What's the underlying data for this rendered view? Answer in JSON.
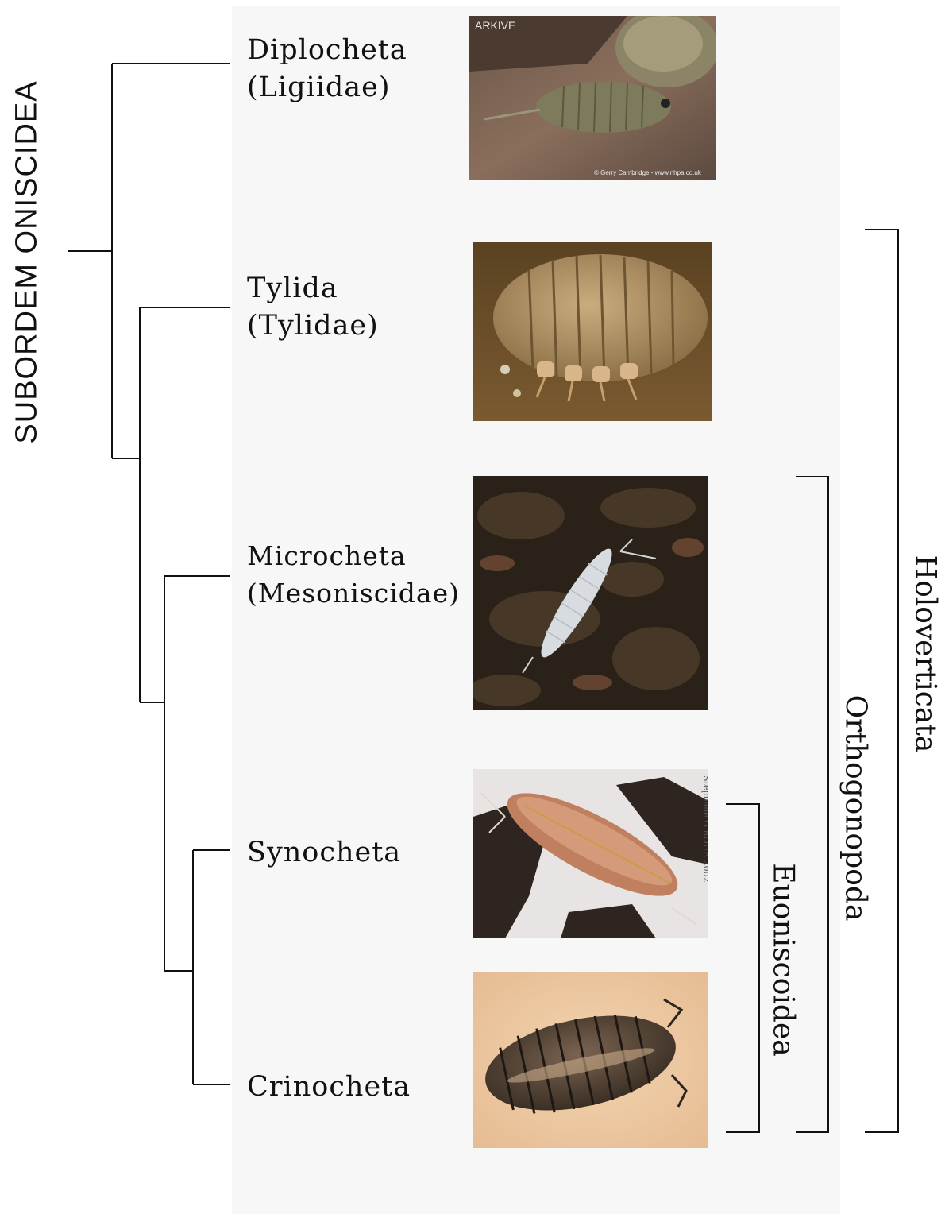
{
  "root": {
    "label": "SUBORDEM ONISCIDEA"
  },
  "taxa": [
    {
      "name": "Diplocheta",
      "family": "(Ligiidae)",
      "photo": "sea-slater-on-rock-photo"
    },
    {
      "name": "Tylida",
      "family": "(Tylidae)",
      "photo": "rolled-tylid-isopod-photo"
    },
    {
      "name": "Microcheta",
      "family": "(Mesoniscidae)",
      "photo": "white-mesoniscid-on-soil-photo"
    },
    {
      "name": "Synocheta",
      "family": "",
      "photo": "pink-trichoniscid-photo"
    },
    {
      "name": "Crinocheta",
      "family": "",
      "photo": "dark-woodlouse-photo"
    }
  ],
  "clades": [
    {
      "name": "Holoverticata"
    },
    {
      "name": "Orthogonopoda"
    },
    {
      "name": "Euoniscoidea"
    }
  ],
  "photo_credits": {
    "arkive": "ARKIVE",
    "diplocheta": "© Gerry Cambridge - www.nhpa.co.uk",
    "synocheta": "Stéphane G ROUÉ 2002"
  },
  "colors": {
    "panel": "#f7f7f7",
    "lines": "#111111"
  }
}
